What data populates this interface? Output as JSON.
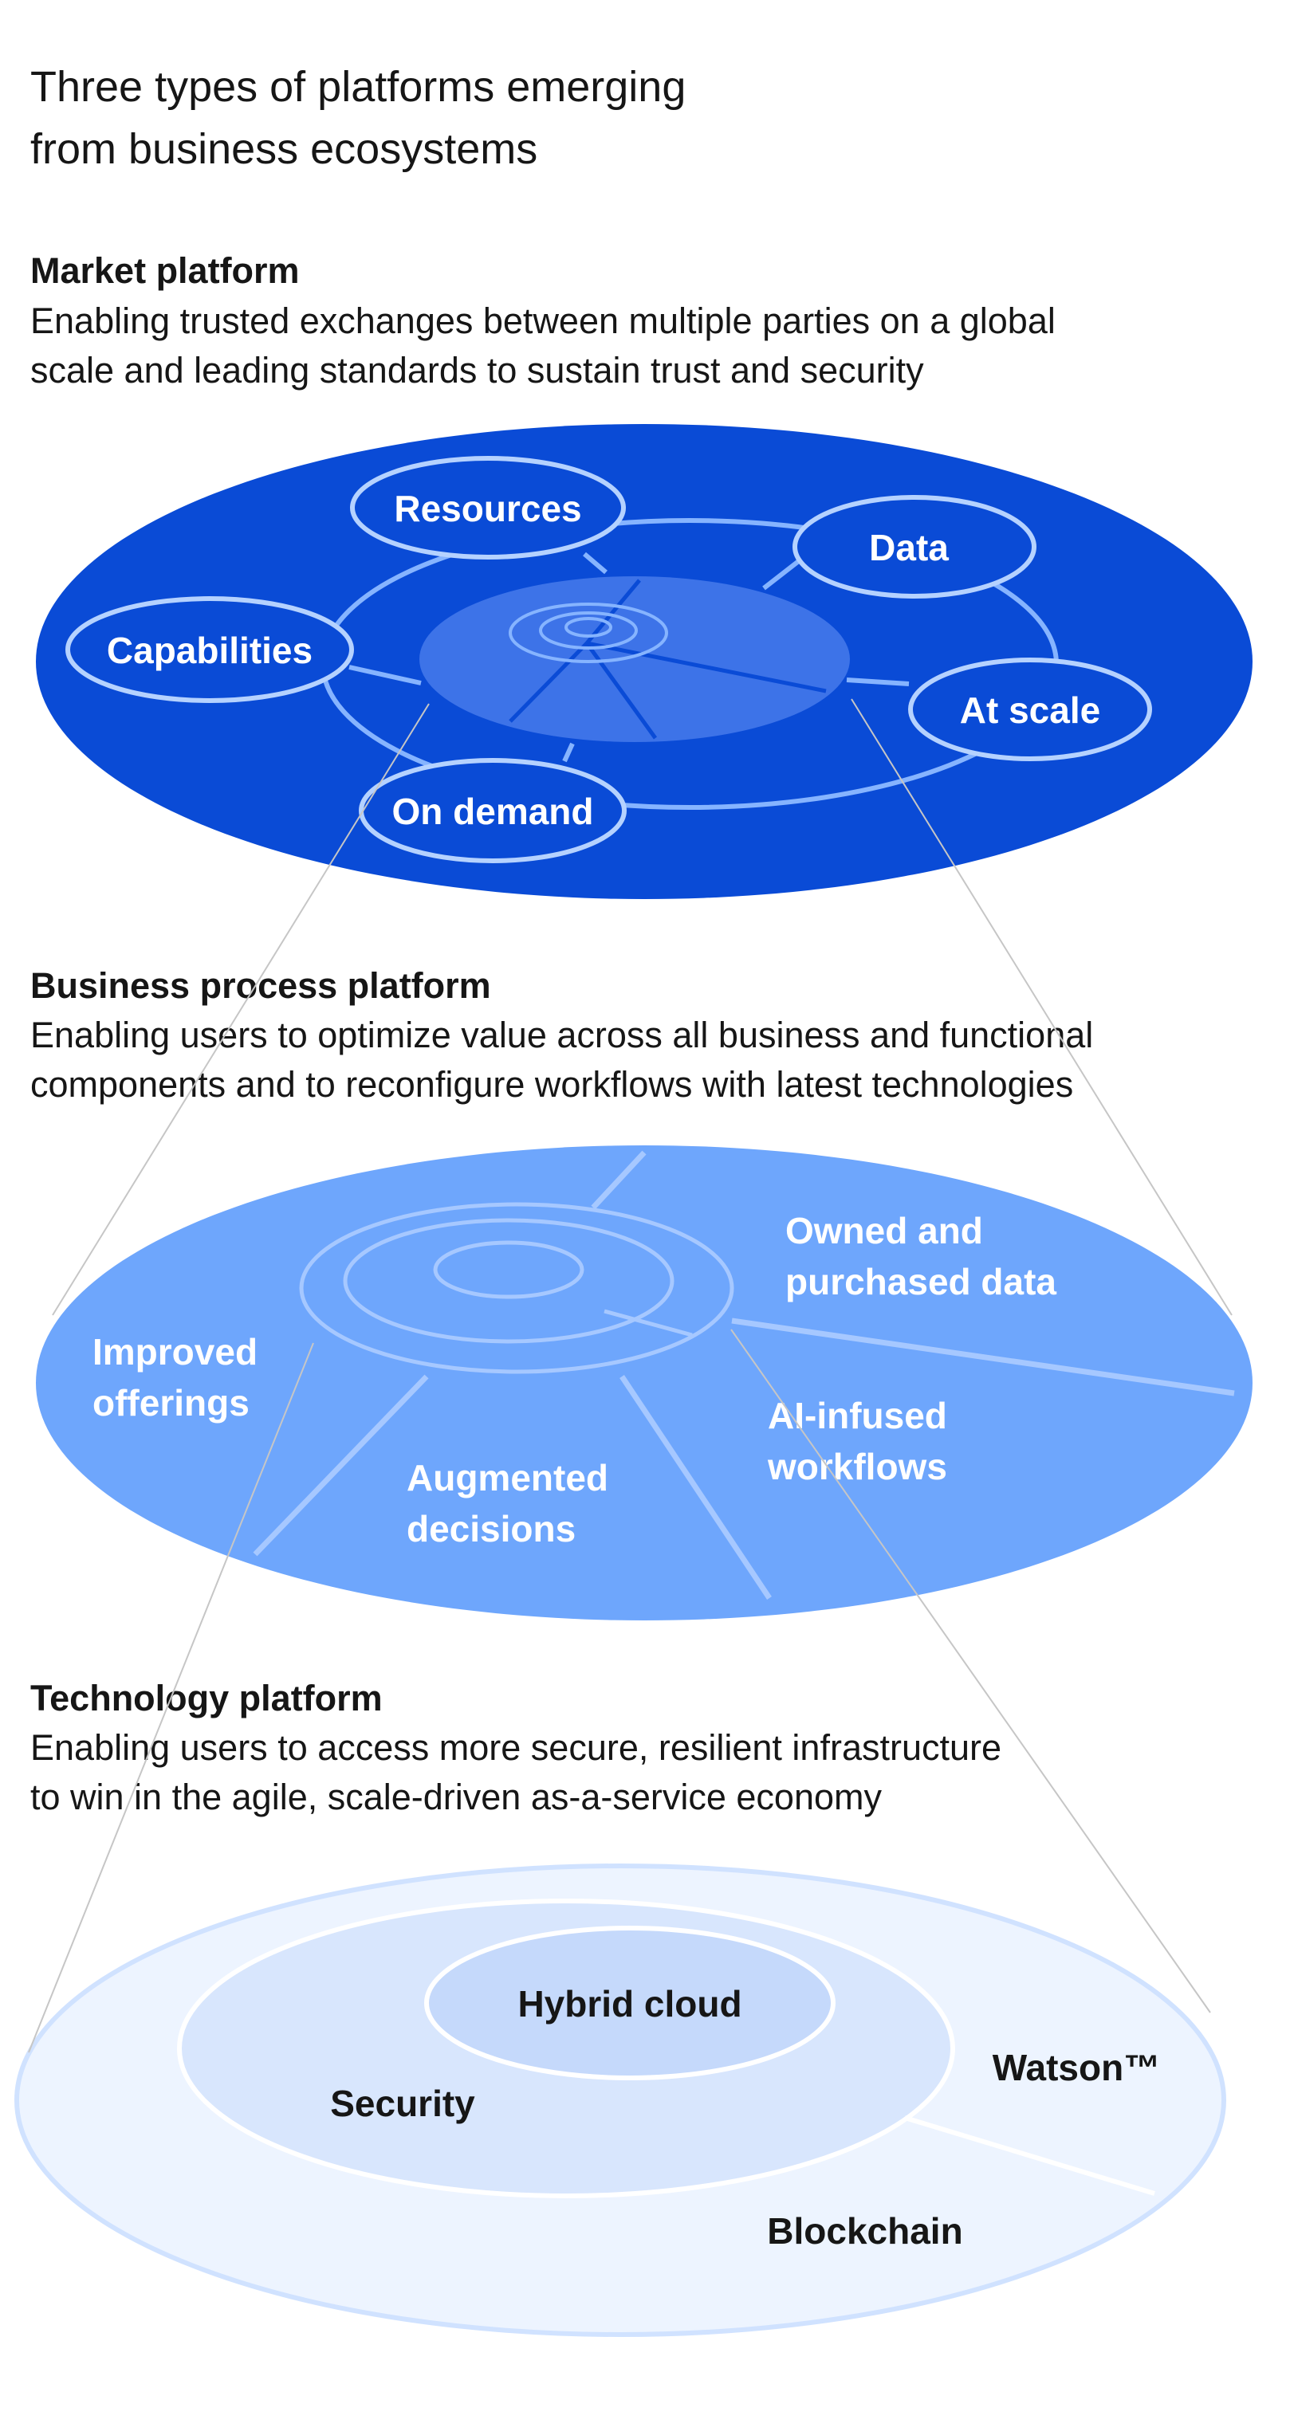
{
  "title_lines": [
    "Three types of platforms emerging",
    "from business ecosystems"
  ],
  "sections": {
    "market": {
      "heading": "Market platform",
      "description_lines": [
        "Enabling trusted exchanges between multiple parties on a global",
        "scale and leading standards to sustain trust and security"
      ],
      "nodes": {
        "resources": "Resources",
        "data": "Data",
        "capabilities": "Capabilities",
        "at_scale": "At scale",
        "on_demand": "On demand"
      }
    },
    "process": {
      "heading": "Business process platform",
      "description_lines": [
        "Enabling users to optimize value across all business and functional",
        "components and to reconfigure workflows with latest technologies"
      ],
      "segments": {
        "owned_data": [
          "Owned and",
          "purchased data"
        ],
        "improved_offerings": [
          "Improved",
          "offerings"
        ],
        "ai_workflows": [
          "AI-infused",
          "workflows"
        ],
        "augmented_decisions": [
          "Augmented",
          "decisions"
        ]
      }
    },
    "technology": {
      "heading": "Technology platform",
      "description_lines": [
        "Enabling users to access more secure, resilient infrastructure",
        "to win in the agile, scale-driven as-a-service economy"
      ],
      "layers": {
        "hybrid_cloud": "Hybrid cloud",
        "security": "Security",
        "watson": "Watson™",
        "blockchain": "Blockchain"
      }
    }
  },
  "colors": {
    "market_fill": "#0a4bd6",
    "process_fill": "#6ea6fc",
    "tech_outer": "#edf4ff",
    "tech_mid": "#d8e6fd",
    "tech_inner": "#c5d9fb"
  }
}
